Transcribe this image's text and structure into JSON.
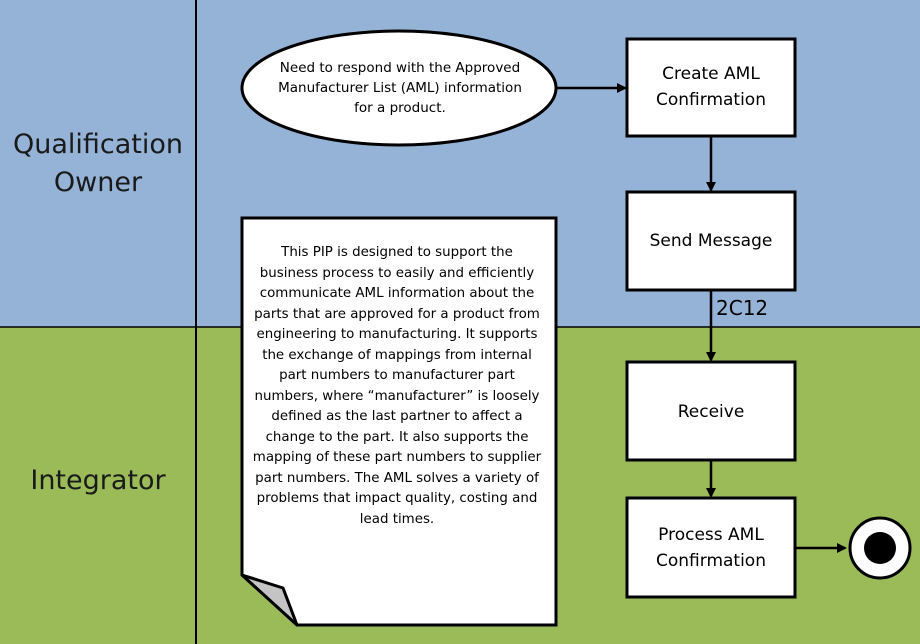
{
  "colors": {
    "lane_top": "#95b3d7",
    "lane_bottom": "#9bbb59",
    "box_fill": "#ffffff",
    "stroke": "#000000"
  },
  "lanes": {
    "top": {
      "line1": "Qualification",
      "line2": "Owner"
    },
    "bottom": {
      "label": "Integrator"
    }
  },
  "start_event": {
    "text": "Need to respond with the Approved Manufacturer List (AML) information for a product."
  },
  "activities": {
    "create": {
      "line1": "Create AML",
      "line2": "Confirmation"
    },
    "send": {
      "label": "Send Message"
    },
    "receive": {
      "label": "Receive"
    },
    "process": {
      "line1": "Process AML",
      "line2": "Confirmation"
    }
  },
  "message": {
    "label": "2C12"
  },
  "note": {
    "text": "This PIP is designed to support the business process to easily and efficiently communicate AML information about the parts that are approved for a product from engineering to manufacturing. It supports the exchange of mappings from internal part numbers to manufacturer part numbers, where “manufacturer” is loosely defined as the last partner to affect a change to the part. It also supports the mapping of these part numbers to supplier part numbers. The AML solves a variety of problems that impact quality, costing and lead times."
  },
  "end_event": {
    "icon": "end-event-icon"
  }
}
